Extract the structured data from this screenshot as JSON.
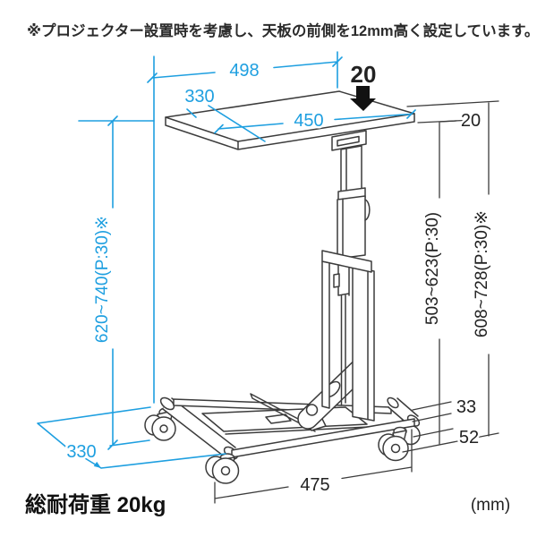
{
  "note_top": "※プロジェクター設置時を考慮し、天板の前側を12mm高く設定しています。",
  "footer": {
    "load_label": "総耐荷重 20kg",
    "unit_label": "(mm)"
  },
  "colors": {
    "dimension_blue": "#1E9FE0",
    "line_dark": "#3c3c3c",
    "text_black": "#222222"
  },
  "dims": {
    "top_width": "498",
    "top_depth": "330",
    "top_surface_width": "450",
    "front_raise": "20",
    "top_thickness": "20",
    "table_height_range": "620~740(P:30)※",
    "under_top_height_range": "503~623(P:30)",
    "total_height_range": "608~728(P:30)※",
    "base_frame_height": "33",
    "base_height": "52",
    "base_width": "475",
    "base_depth": "330"
  }
}
